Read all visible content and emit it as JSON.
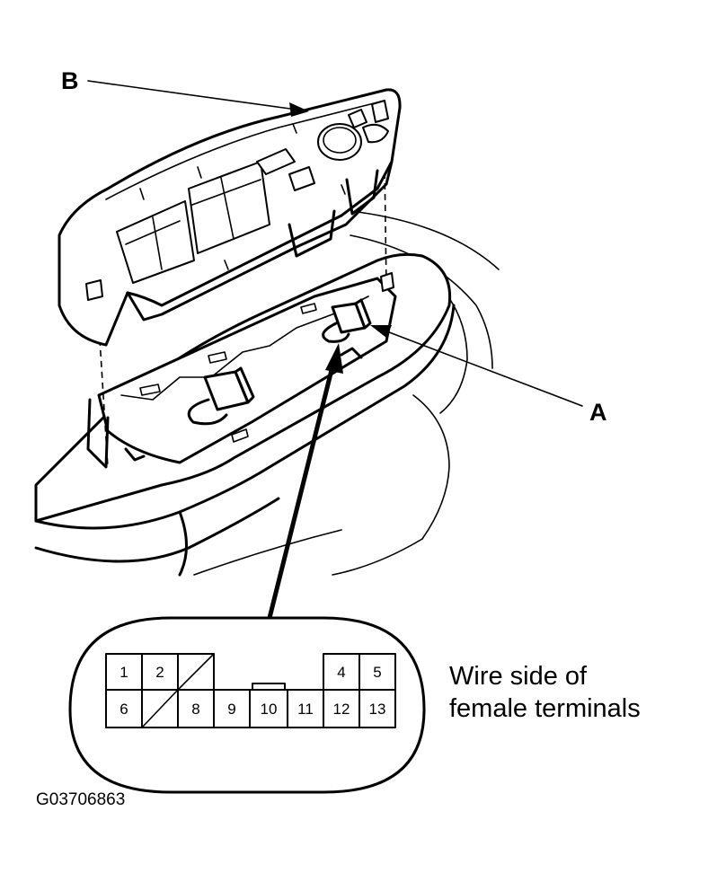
{
  "callouts": {
    "b": "B",
    "a": "A"
  },
  "connector": {
    "pins_top": [
      "1",
      "2",
      "4",
      "5"
    ],
    "pins_bottom": [
      "6",
      "8",
      "9",
      "10",
      "11",
      "12",
      "13"
    ]
  },
  "caption": {
    "line1": "Wire side of",
    "line2": "female terminals"
  },
  "figure_id": "G03706863"
}
